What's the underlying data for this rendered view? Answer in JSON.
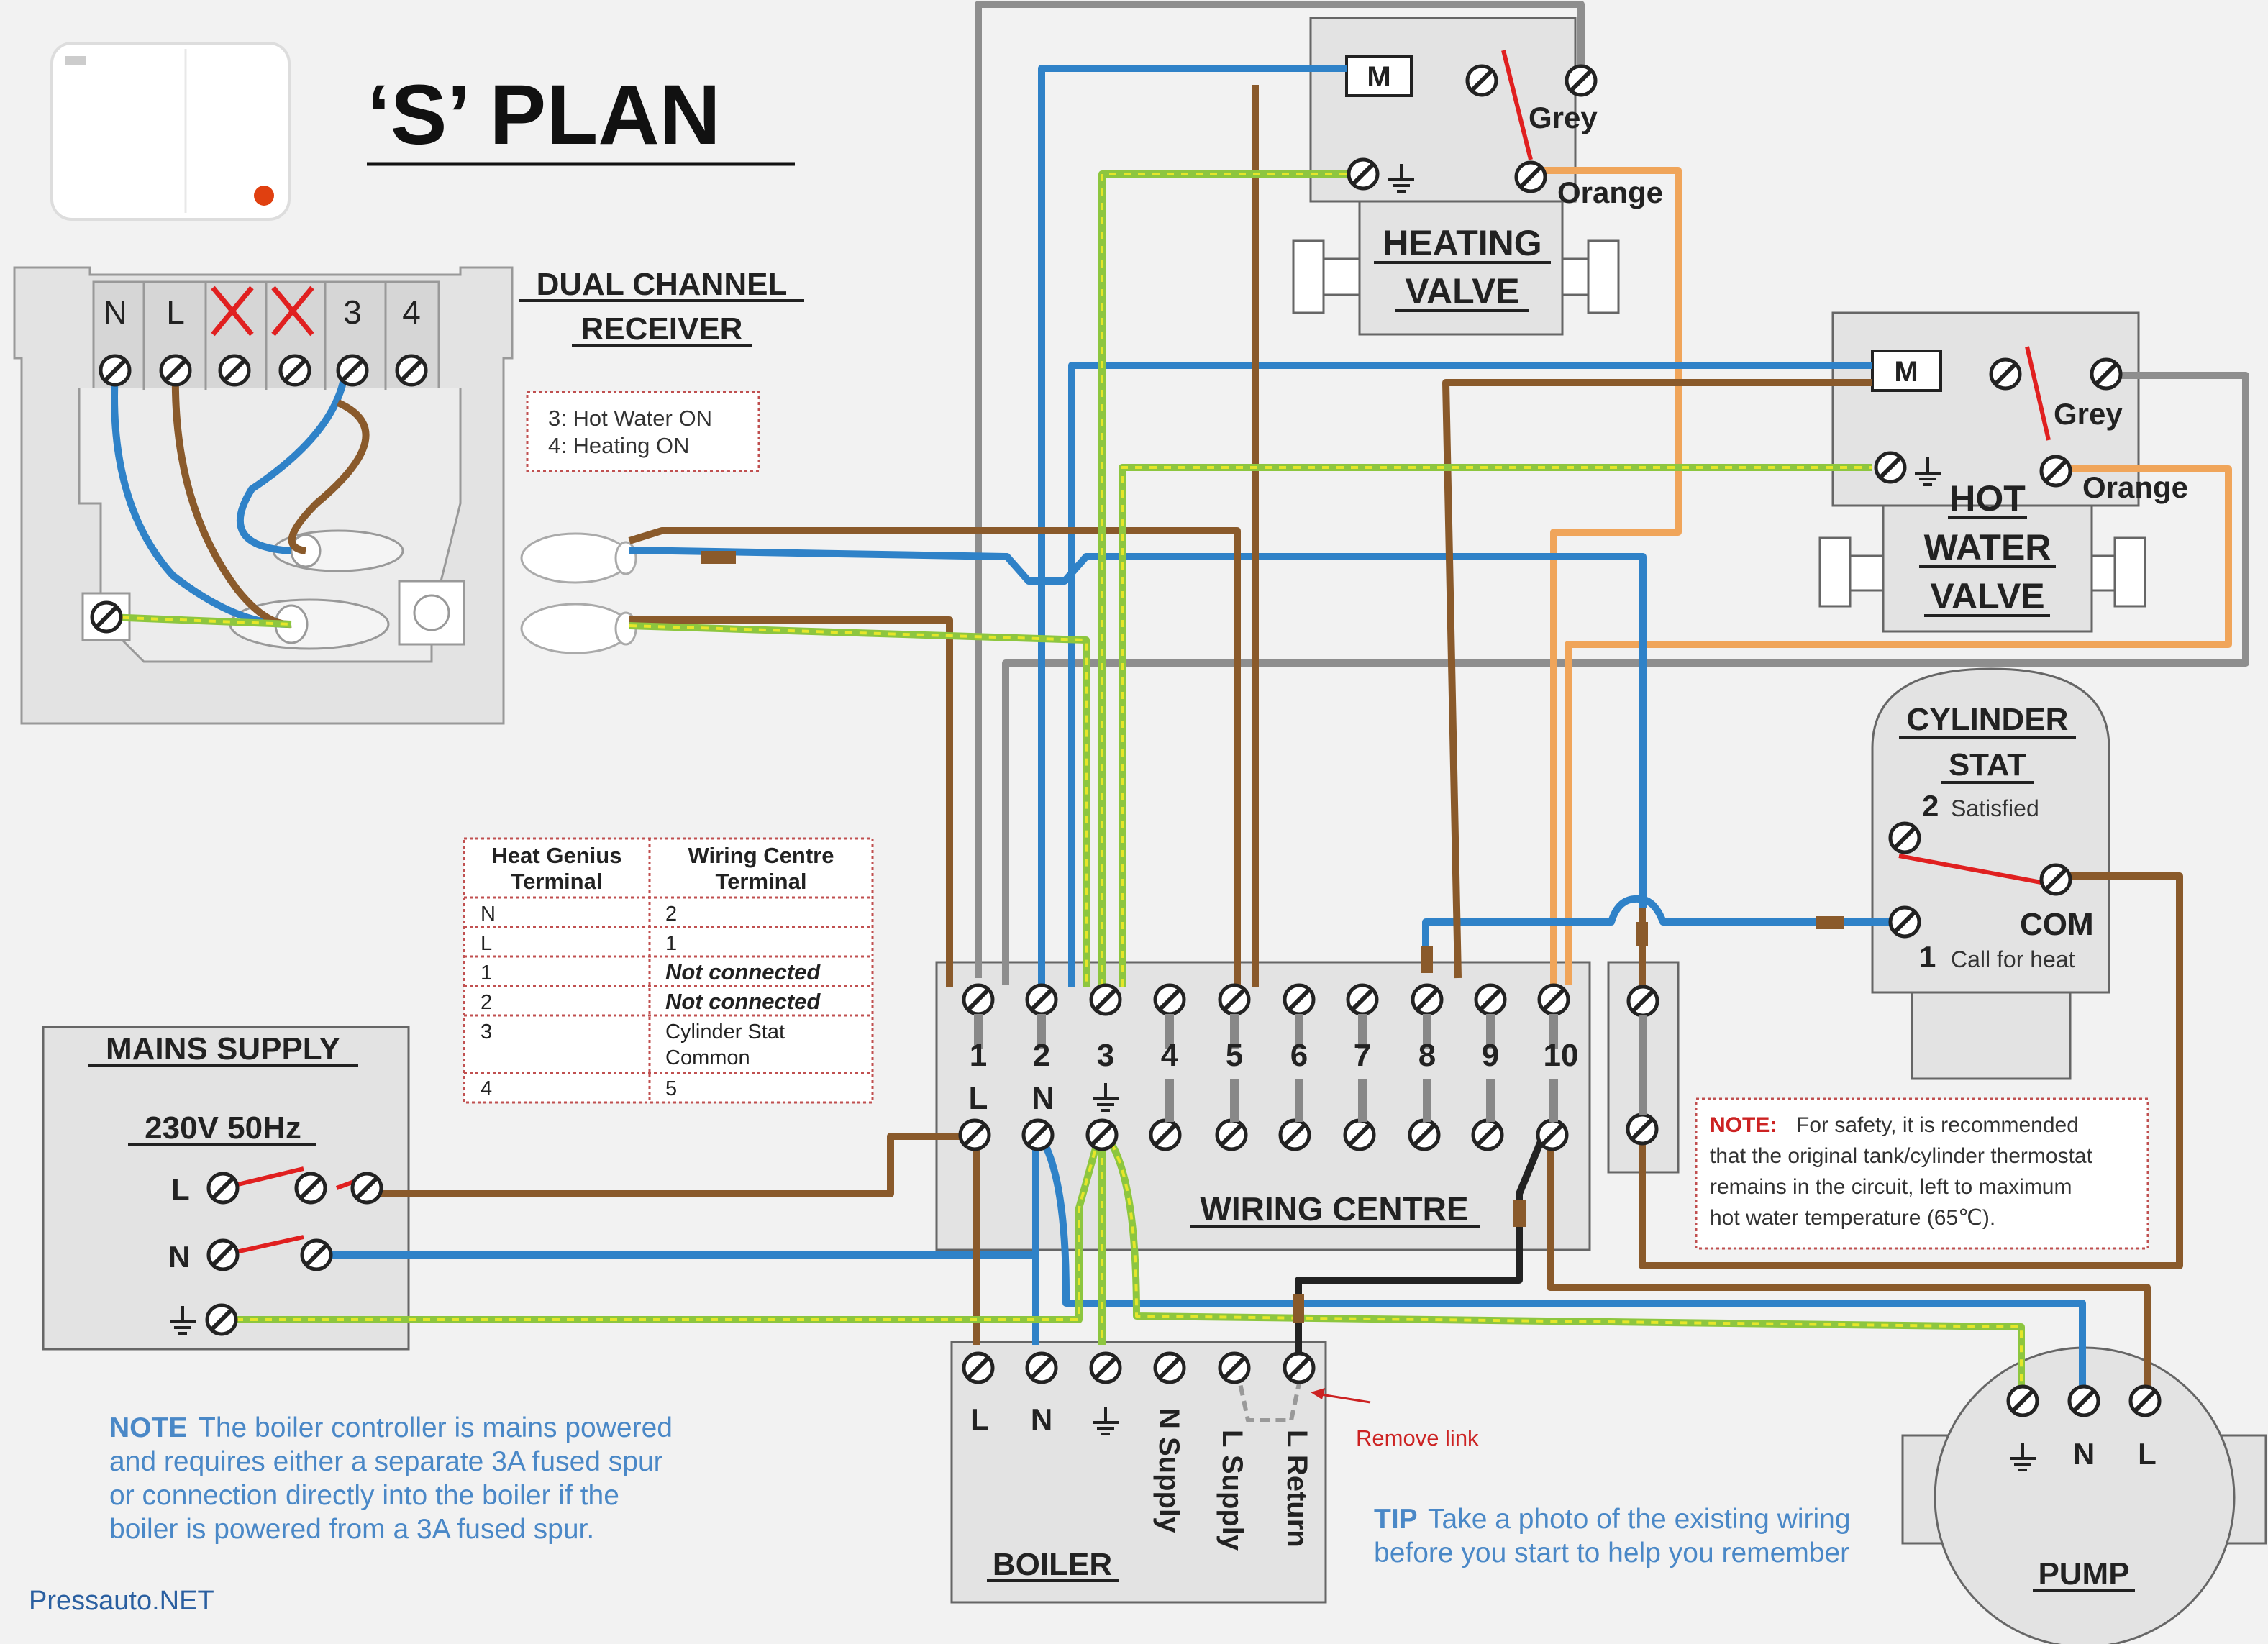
{
  "title": "‘S’ PLAN",
  "receiver": {
    "heading_line1": "DUAL CHANNEL",
    "heading_line2": "RECEIVER",
    "terminals": [
      "N",
      "L",
      "",
      "",
      "3",
      "4"
    ],
    "legend_line1": "3: Hot Water ON",
    "legend_line2": "4: Heating ON"
  },
  "heating_valve": {
    "label_line1": "HEATING",
    "label_line2": "VALVE",
    "motor": "M",
    "grey": "Grey",
    "orange": "Orange"
  },
  "hot_water_valve": {
    "label_line1": "HOT",
    "label_line2": "WATER",
    "label_line3": "VALVE",
    "motor": "M",
    "grey": "Grey",
    "orange": "Orange"
  },
  "cylinder_stat": {
    "title_line1": "CYLINDER",
    "title_line2": "STAT",
    "t2_num": "2",
    "t2_label": "Satisfied",
    "com": "COM",
    "t1_num": "1",
    "t1_label": "Call for heat"
  },
  "mapping_table": {
    "headers": [
      [
        "Heat Genius",
        "Terminal"
      ],
      [
        "Wiring Centre",
        "Terminal"
      ]
    ],
    "rows": [
      {
        "hg": "N",
        "wc": "2",
        "wc2": "",
        "italic": false
      },
      {
        "hg": "L",
        "wc": "1",
        "wc2": "",
        "italic": false
      },
      {
        "hg": "1",
        "wc": "Not connected",
        "wc2": "",
        "italic": true
      },
      {
        "hg": "2",
        "wc": "Not connected",
        "wc2": "",
        "italic": true
      },
      {
        "hg": "3",
        "wc": "Cylinder Stat",
        "wc2": "Common",
        "italic": false
      },
      {
        "hg": "4",
        "wc": "5",
        "wc2": "",
        "italic": false
      }
    ]
  },
  "mains": {
    "title": "MAINS SUPPLY",
    "voltage": "230V 50Hz",
    "l": "L",
    "n": "N"
  },
  "wiring_centre": {
    "title": "WIRING CENTRE",
    "numbers": [
      "1",
      "2",
      "3",
      "4",
      "5",
      "6",
      "7",
      "8",
      "9",
      "10"
    ],
    "sub_l": "L",
    "sub_n": "N"
  },
  "boiler": {
    "title": "BOILER",
    "l": "L",
    "n": "N",
    "n_supply": "N Supply",
    "l_supply": "L Supply",
    "l_return": "L Return",
    "remove_link": "Remove link"
  },
  "pump": {
    "title": "PUMP",
    "n": "N",
    "l": "L"
  },
  "safety_note": {
    "label": "NOTE:",
    "text_lines": [
      "For safety, it is recommended",
      "that the original tank/cylinder thermostat",
      "remains in the circuit, left to maximum",
      "hot water temperature (65℃)."
    ]
  },
  "boiler_note": {
    "label": "NOTE",
    "lines": [
      "The boiler controller is mains powered",
      "and requires either a separate 3A fused spur",
      "or connection directly into the boiler if the",
      "boiler is powered from a 3A fused spur."
    ]
  },
  "tip": {
    "label": "TIP",
    "lines": [
      "Take a photo of the existing wiring",
      "before you start to help you remember"
    ]
  },
  "watermark": "Pressauto.NET",
  "colors": {
    "brown": "#8a5a2b",
    "blue": "#2f82c8",
    "grey": "#8e8e8e",
    "orange": "#f0a55a",
    "green": "#8dc63f",
    "yellow": "#e6e62a",
    "red": "#e02020",
    "black": "#222222",
    "box_fill": "#e3e3e3",
    "note_red": "#cc2222",
    "note_blue": "#4a88c7"
  }
}
